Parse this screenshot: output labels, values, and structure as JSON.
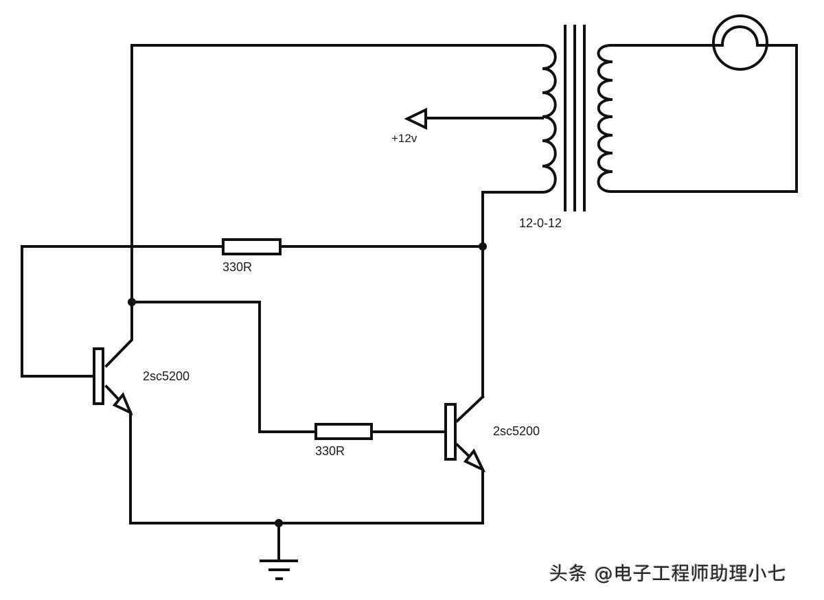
{
  "diagram": {
    "title": "Two-transistor inverter driving a transformer and lamp",
    "colors": {
      "wire": "#111111",
      "background": "#ffffff"
    },
    "labels": {
      "supply": "+12v",
      "transformer": "12-0-12",
      "resistor_top": "330R",
      "resistor_bottom": "330R",
      "transistor_left": "2sc5200",
      "transistor_right": "2sc5200"
    },
    "components": [
      {
        "id": "T1",
        "type": "transformer",
        "value": "12-0-12",
        "primary": "center-tapped",
        "center_tap": "+12v"
      },
      {
        "id": "L1",
        "type": "lamp"
      },
      {
        "id": "R1",
        "type": "resistor",
        "value": "330R"
      },
      {
        "id": "R2",
        "type": "resistor",
        "value": "330R"
      },
      {
        "id": "Q1",
        "type": "npn-transistor",
        "part": "2sc5200"
      },
      {
        "id": "Q2",
        "type": "npn-transistor",
        "part": "2sc5200"
      },
      {
        "id": "GND",
        "type": "ground"
      }
    ]
  },
  "watermark": "头条 @电子工程师助理小七"
}
